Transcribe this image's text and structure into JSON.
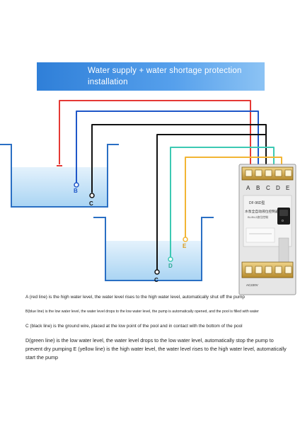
{
  "banner": {
    "title": "Water supply + water shortage protection installation"
  },
  "controller": {
    "terminal_letters": [
      "A",
      "B",
      "C",
      "D",
      "E"
    ],
    "model_label": "DF-96D型",
    "chinese_title": "水泵全自动液位控制器",
    "small_text_1": "BL/BL2液位控制",
    "power_label": "AC220V"
  },
  "probes": {
    "B": "B",
    "C_upper": "C",
    "C_lower": "C",
    "D": "D",
    "E": "E"
  },
  "colors": {
    "A": "#e53935",
    "B": "#1e56c8",
    "C": "#111111",
    "D": "#3cc9b3",
    "E": "#f2b534",
    "water": "#bfe0f7",
    "tank": "#2a6fc4"
  },
  "captions": {
    "a": "A (red line) is the high water level, the water level rises to the high water level, automatically shut off the pump",
    "b": "B(blue line) is the low water level, the water level drops to the low water level, the pump is automatically opened, and the pool is filled with water",
    "c": "C (black line) is the ground wire, placed at the low point of the pool and in contact with the bottom of the pool",
    "d": "D(green line) is the low water level, the water level drops to the low water level, automatically stop the pump to prevent dry pumping E (yellow line) is the high water level, the water level rises to the high water level, automatically start the pump"
  }
}
